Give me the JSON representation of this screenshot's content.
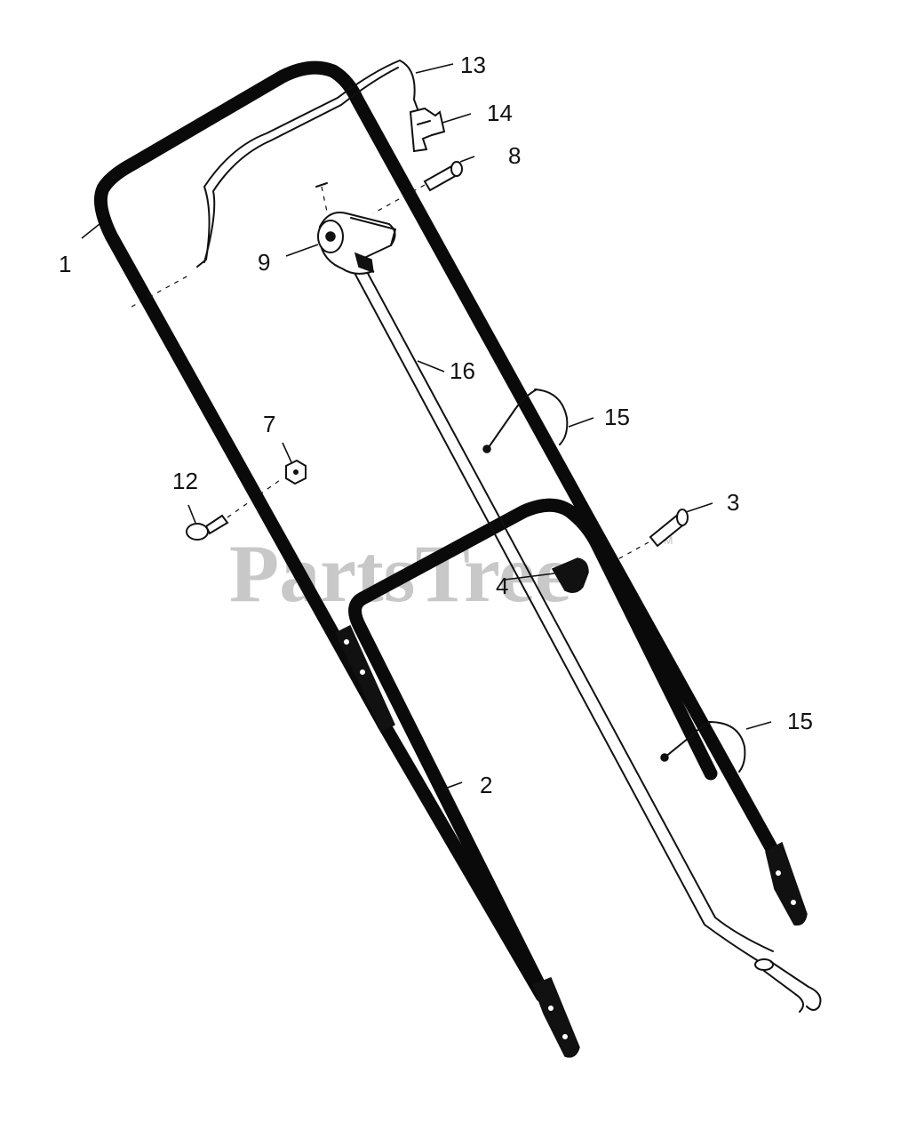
{
  "diagram": {
    "watermark": "PartsTree",
    "trademark": "TM",
    "callouts": [
      {
        "id": "c1",
        "text": "1"
      },
      {
        "id": "c2",
        "text": "2"
      },
      {
        "id": "c3",
        "text": "3"
      },
      {
        "id": "c4",
        "text": "4"
      },
      {
        "id": "c7",
        "text": "7"
      },
      {
        "id": "c8",
        "text": "8"
      },
      {
        "id": "c9",
        "text": "9"
      },
      {
        "id": "c12",
        "text": "12"
      },
      {
        "id": "c13",
        "text": "13"
      },
      {
        "id": "c14",
        "text": "14"
      },
      {
        "id": "c15a",
        "text": "15"
      },
      {
        "id": "c15b",
        "text": "15"
      },
      {
        "id": "c16",
        "text": "16"
      }
    ]
  },
  "colors": {
    "line": "#0a0a0a",
    "watermark": "#c8c8c8",
    "background": "#ffffff"
  }
}
